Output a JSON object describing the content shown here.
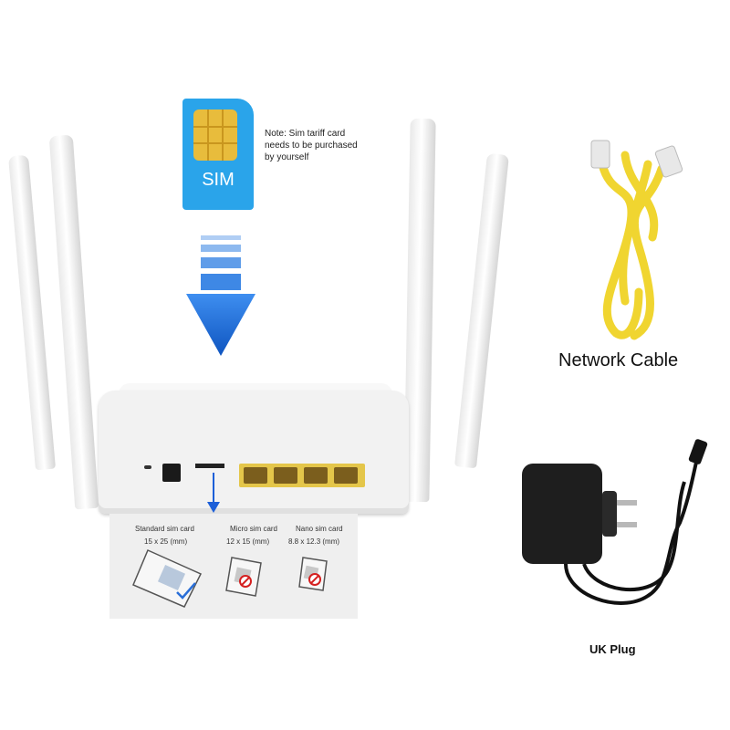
{
  "sim_card": {
    "label": "SIM"
  },
  "note": "Note: Sim tariff card needs to be purchased by yourself",
  "sim_sizes": {
    "standard": {
      "title": "Standard sim card",
      "dims": "15 x 25 (mm)"
    },
    "micro": {
      "title": "Micro sim card",
      "dims": "12 x 15 (mm)"
    },
    "nano": {
      "title": "Nano sim card",
      "dims": "8.8 x 12.3 (mm)"
    }
  },
  "products": {
    "network_cable": "Network Cable",
    "plug": "UK Plug"
  },
  "colors": {
    "sim_blue": "#2aa4ea",
    "arrow_blue": "#1c73e0",
    "cable_yellow": "#f0d530",
    "port_gold": "#e4c64a"
  }
}
